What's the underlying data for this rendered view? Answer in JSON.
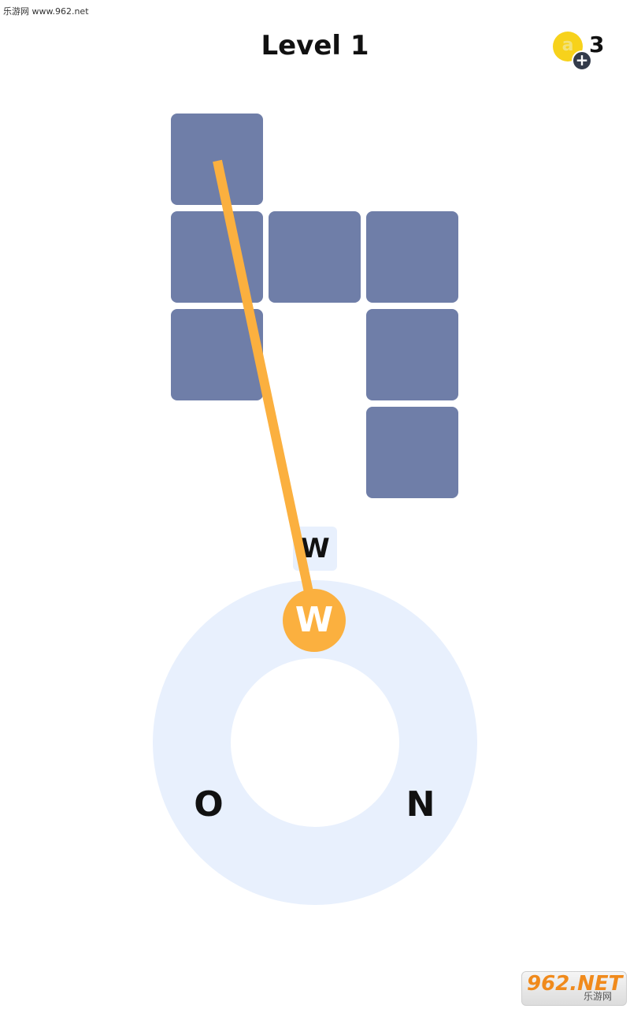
{
  "watermark": "乐游网 www.962.net",
  "header": {
    "title": "Level 1",
    "coins": {
      "icon": "coin-icon",
      "glyph": "a",
      "plus": "+",
      "count": "3"
    }
  },
  "board": {
    "cells": [
      {
        "name": "cell-r0-c0"
      },
      {
        "name": "cell-r1-c0"
      },
      {
        "name": "cell-r1-c1"
      },
      {
        "name": "cell-r1-c2"
      },
      {
        "name": "cell-r2-c0"
      },
      {
        "name": "cell-r2-c2"
      },
      {
        "name": "cell-r3-c2"
      }
    ]
  },
  "current_word": "W",
  "wheel": {
    "letters": [
      {
        "char": "W",
        "selected": true
      },
      {
        "char": "O",
        "selected": false
      },
      {
        "char": "N",
        "selected": false
      }
    ]
  },
  "colors": {
    "cell": "#6f7ea8",
    "wheel": "#e8f0fd",
    "selection": "#fbb03f",
    "coin": "#f7d21b"
  },
  "badge": {
    "main": "962.NET",
    "sub": "乐游网"
  }
}
